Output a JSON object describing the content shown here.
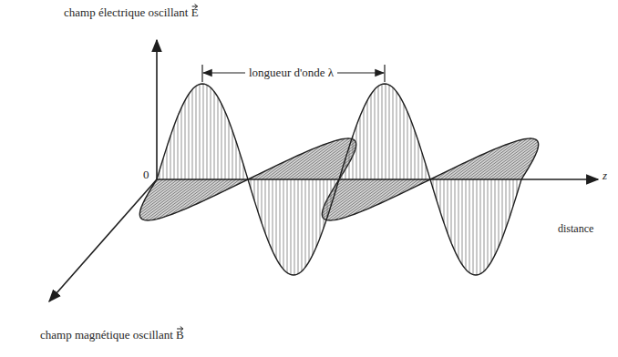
{
  "diagram": {
    "labels": [
      "champ électrique oscillant E",
      "longueur d'onde λ",
      "0",
      "z",
      "distance",
      "champ magnétique oscillant B"
    ]
  }
}
